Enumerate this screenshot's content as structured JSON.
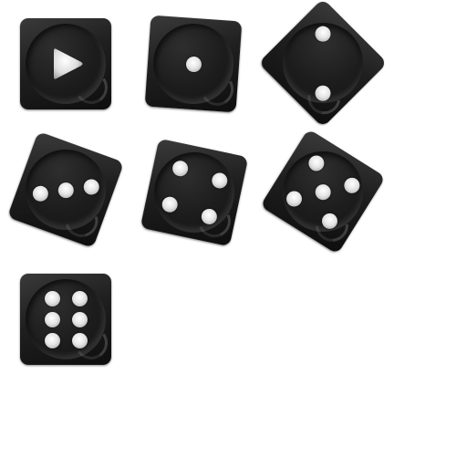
{
  "dice": [
    {
      "name": "die-play",
      "value": "play"
    },
    {
      "name": "die-face-1",
      "value": 1
    },
    {
      "name": "die-face-2",
      "value": 2
    },
    {
      "name": "die-face-3",
      "value": 3
    },
    {
      "name": "die-face-4",
      "value": 4
    },
    {
      "name": "die-face-5",
      "value": 5
    },
    {
      "name": "die-face-6",
      "value": 6
    }
  ],
  "colors": {
    "die_body": "#1a1a1a",
    "pip": "#e8e8e8",
    "background": "#ffffff"
  }
}
